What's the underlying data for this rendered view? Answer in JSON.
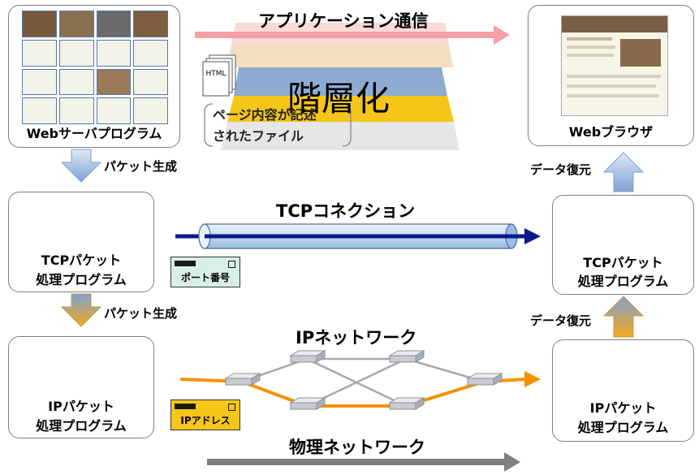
{
  "layers": {
    "application": "アプリケーション通信",
    "tcp": "TCPコネクション",
    "ip": "IPネットワーク",
    "physical": "物理ネットワーク",
    "layering": "階層化"
  },
  "boxes": {
    "web_server": "Webサーバプログラム",
    "web_browser": "Webブラウザ",
    "tcp_left": [
      "TCPパケット",
      "処理プログラム"
    ],
    "tcp_right": [
      "TCPパケット",
      "処理プログラム"
    ],
    "ip_left": [
      "IPパケット",
      "処理プログラム"
    ],
    "ip_right": [
      "IPパケット",
      "処理プログラム"
    ]
  },
  "arrows": {
    "packet_gen_1": "パケット生成",
    "packet_gen_2": "パケット生成",
    "data_restore_1": "データ復元",
    "data_restore_2": "データ復元"
  },
  "file": {
    "icon_label": "HTML",
    "callout": [
      "ページ内容が記述",
      "されたファイル"
    ]
  },
  "tags": {
    "port": "ポート番号",
    "ip_address": "IPアドレス"
  },
  "colors": {
    "app_arrow": "#f4a0a6",
    "tcp_arrow": "#0a1a8a",
    "ip_arrow": "#f39200",
    "physical_arrow": "#808080",
    "pyramid_blue": "#8eacd2",
    "pyramid_yellow": "#f5c518",
    "tag_port": "#d8efe6",
    "tag_ip": "#f5c518"
  }
}
